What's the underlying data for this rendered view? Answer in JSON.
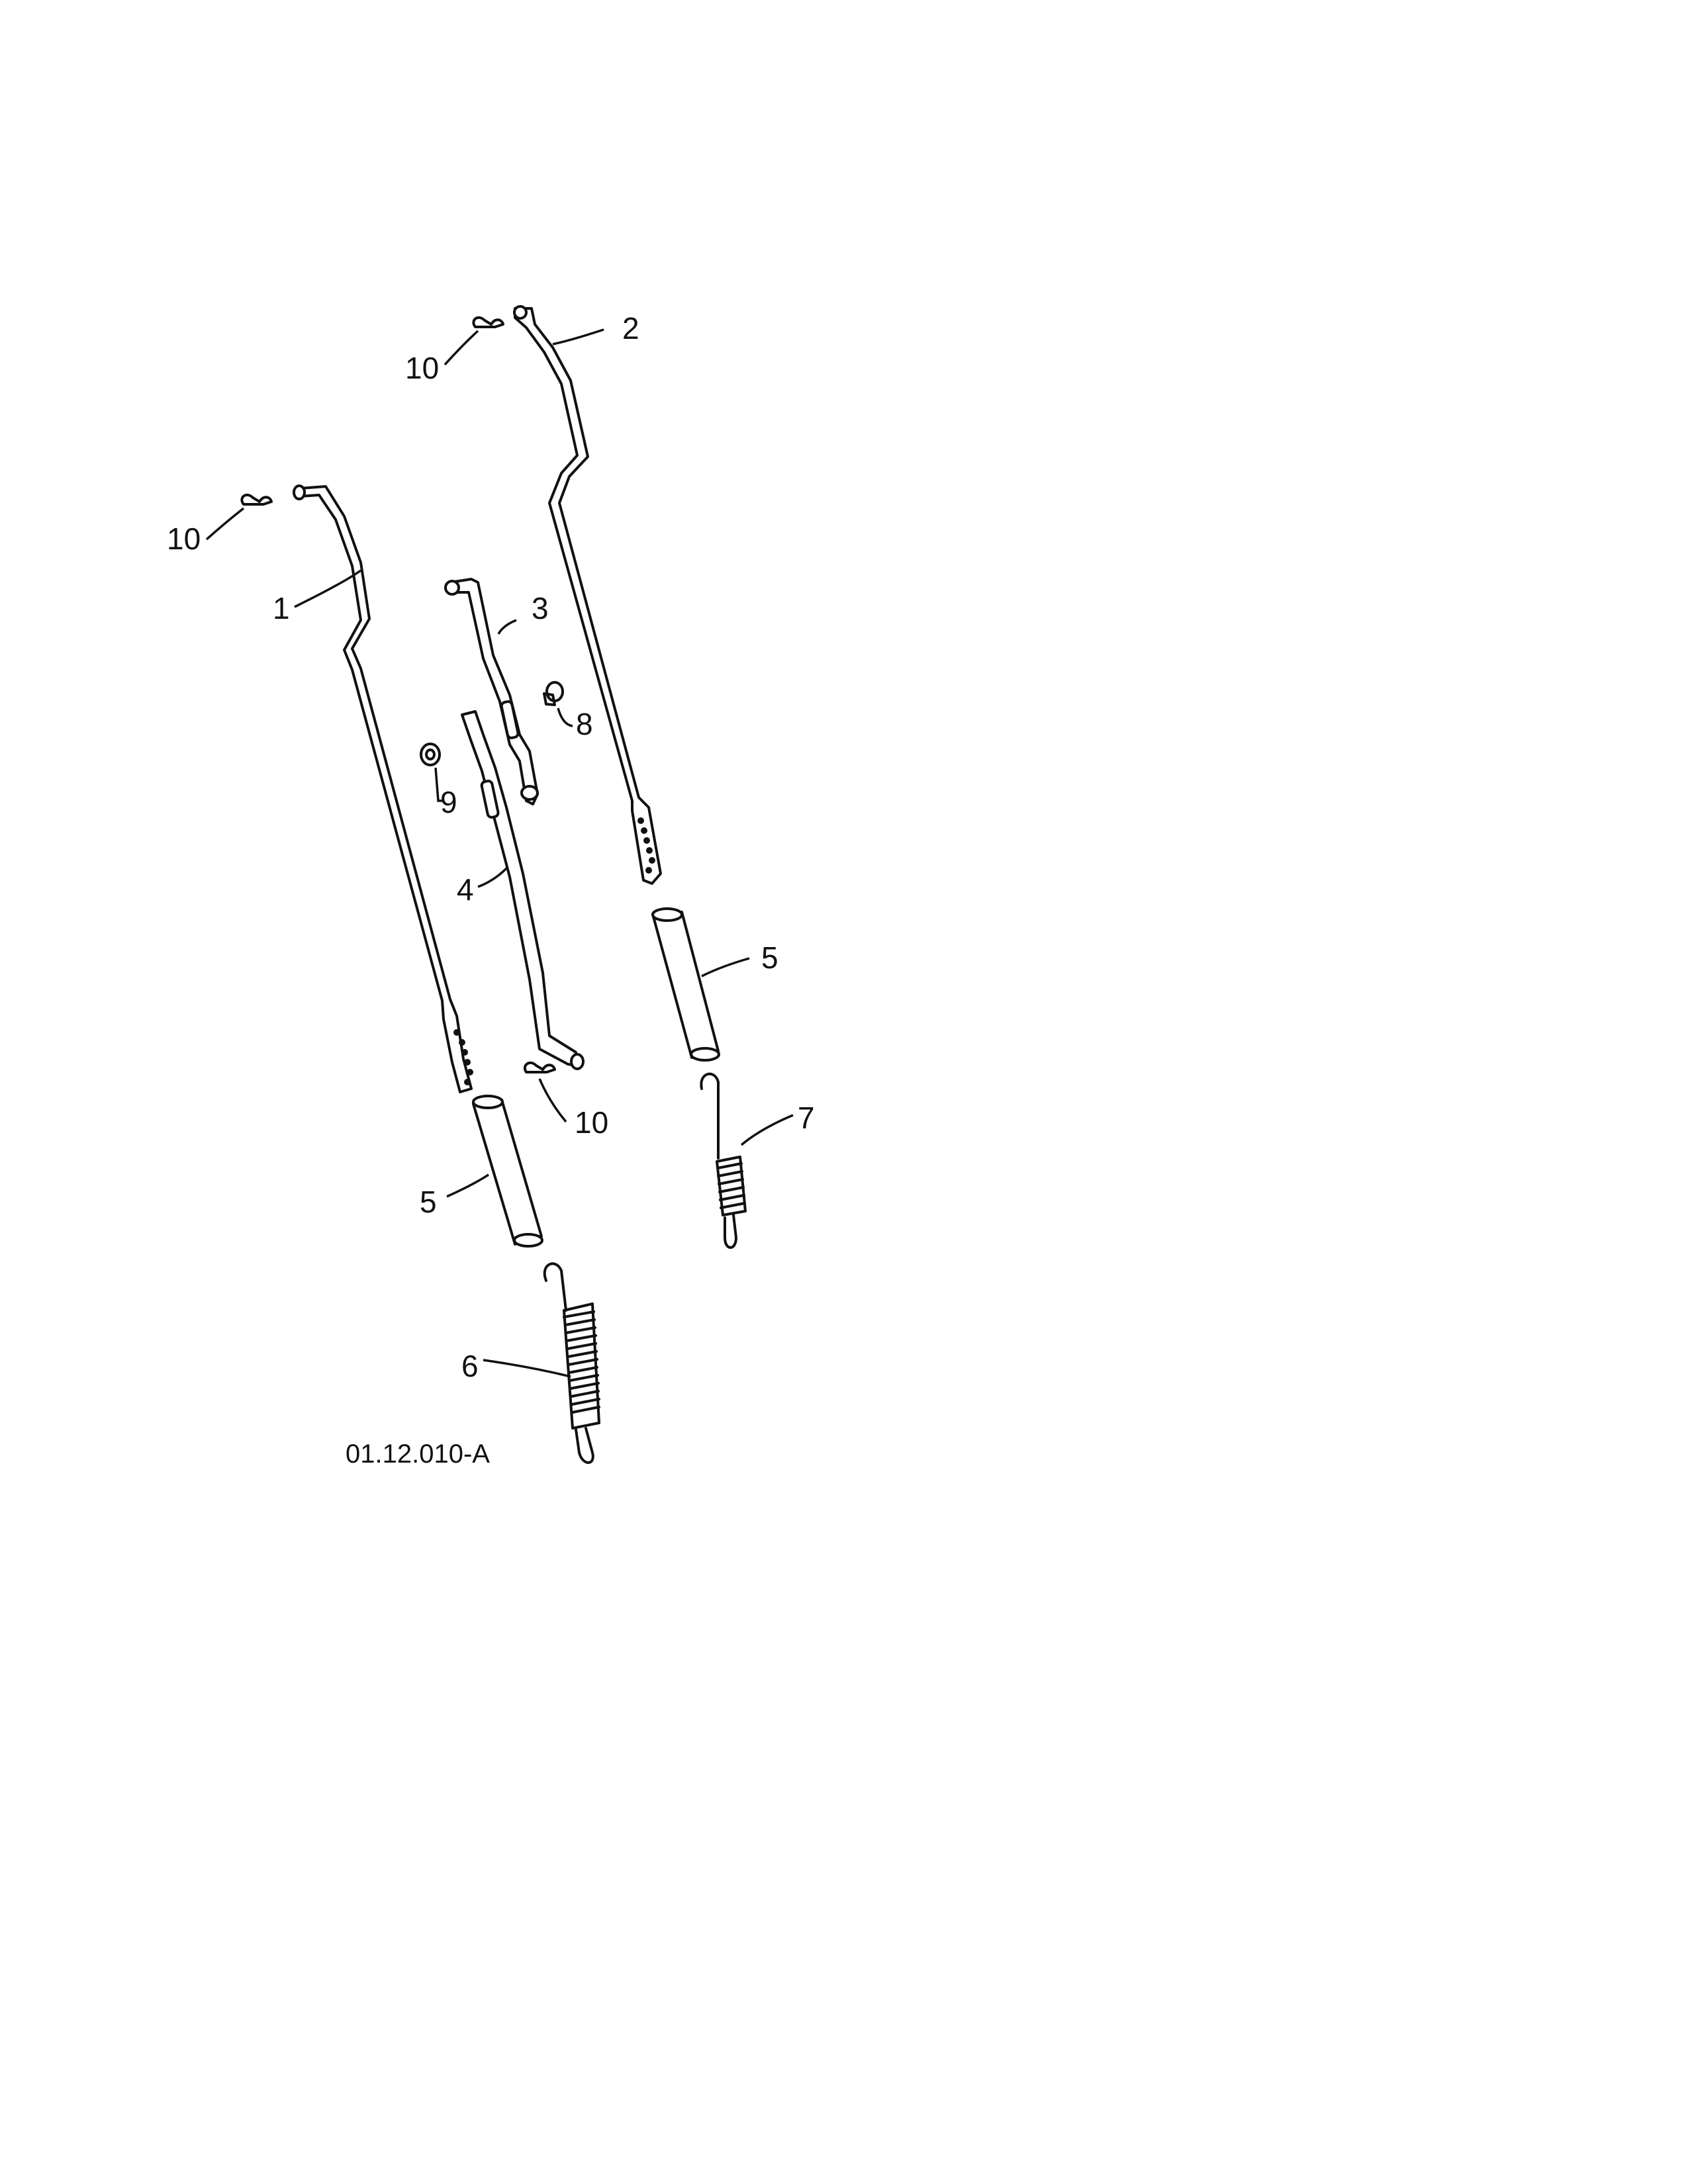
{
  "diagram": {
    "figure_code": "01.12.010-A",
    "callouts": {
      "rod_left": "1",
      "rod_right": "2",
      "link_upper": "3",
      "link_lower": "4",
      "sleeve_left": "5",
      "sleeve_right": "5",
      "spring_long": "6",
      "spring_short": "7",
      "shoulder_bolt": "8",
      "nut": "9",
      "hairpin_left": "10",
      "hairpin_right": "10",
      "hairpin_bottom": "10"
    }
  }
}
